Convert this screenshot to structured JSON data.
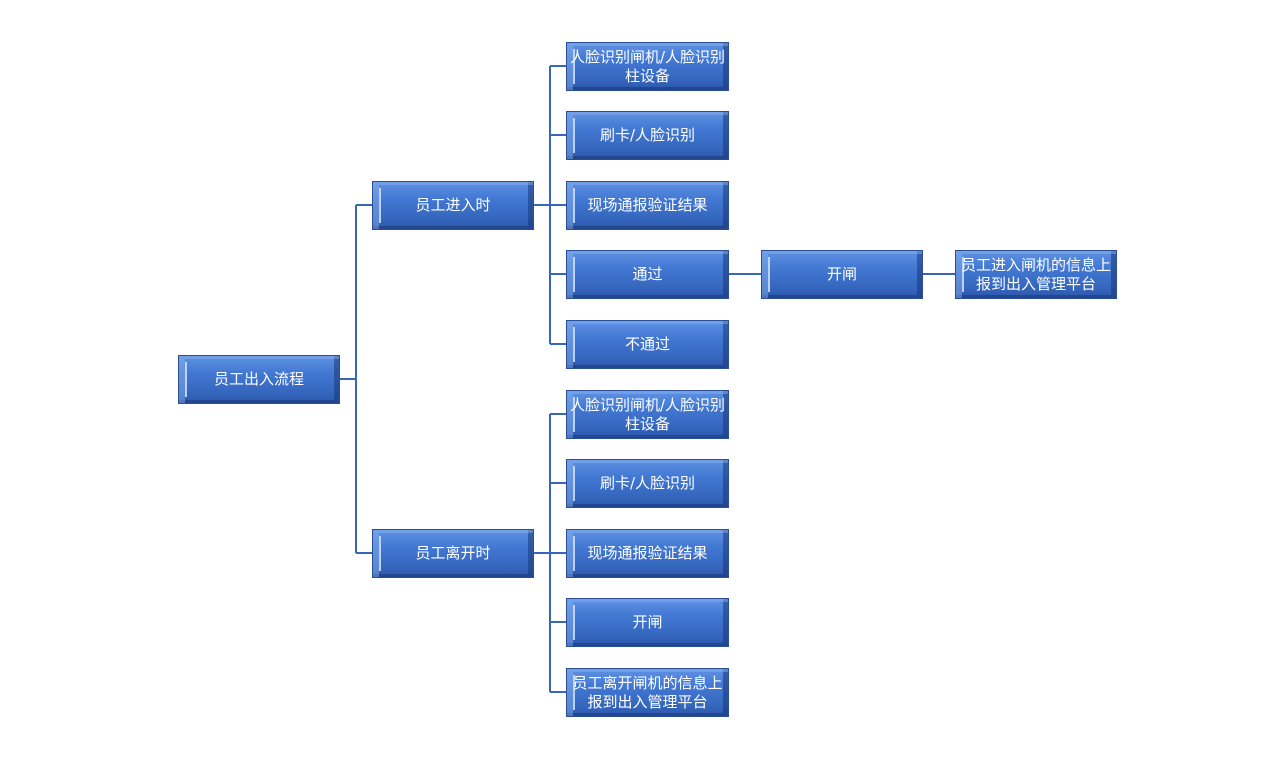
{
  "root": {
    "label": "员工出入流程"
  },
  "entry": {
    "label": "员工进入时",
    "steps": [
      "人脸识别闸机/人脸识别柱设备",
      "刷卡/人脸识别",
      "现场通报验证结果",
      "通过",
      "不通过"
    ],
    "pass_next": "开闸",
    "pass_report": "员工进入闸机的信息上报到出入管理平台"
  },
  "exit": {
    "label": "员工离开时",
    "steps": [
      "人脸识别闸机/人脸识别柱设备",
      "刷卡/人脸识别",
      "现场通报验证结果",
      "开闸",
      "员工离开闸机的信息上报到出入管理平台"
    ]
  },
  "colors": {
    "node_fill": "#4379d3",
    "node_border": "#2a4f96",
    "connector": "#3a66b8",
    "text": "#ffffff"
  }
}
